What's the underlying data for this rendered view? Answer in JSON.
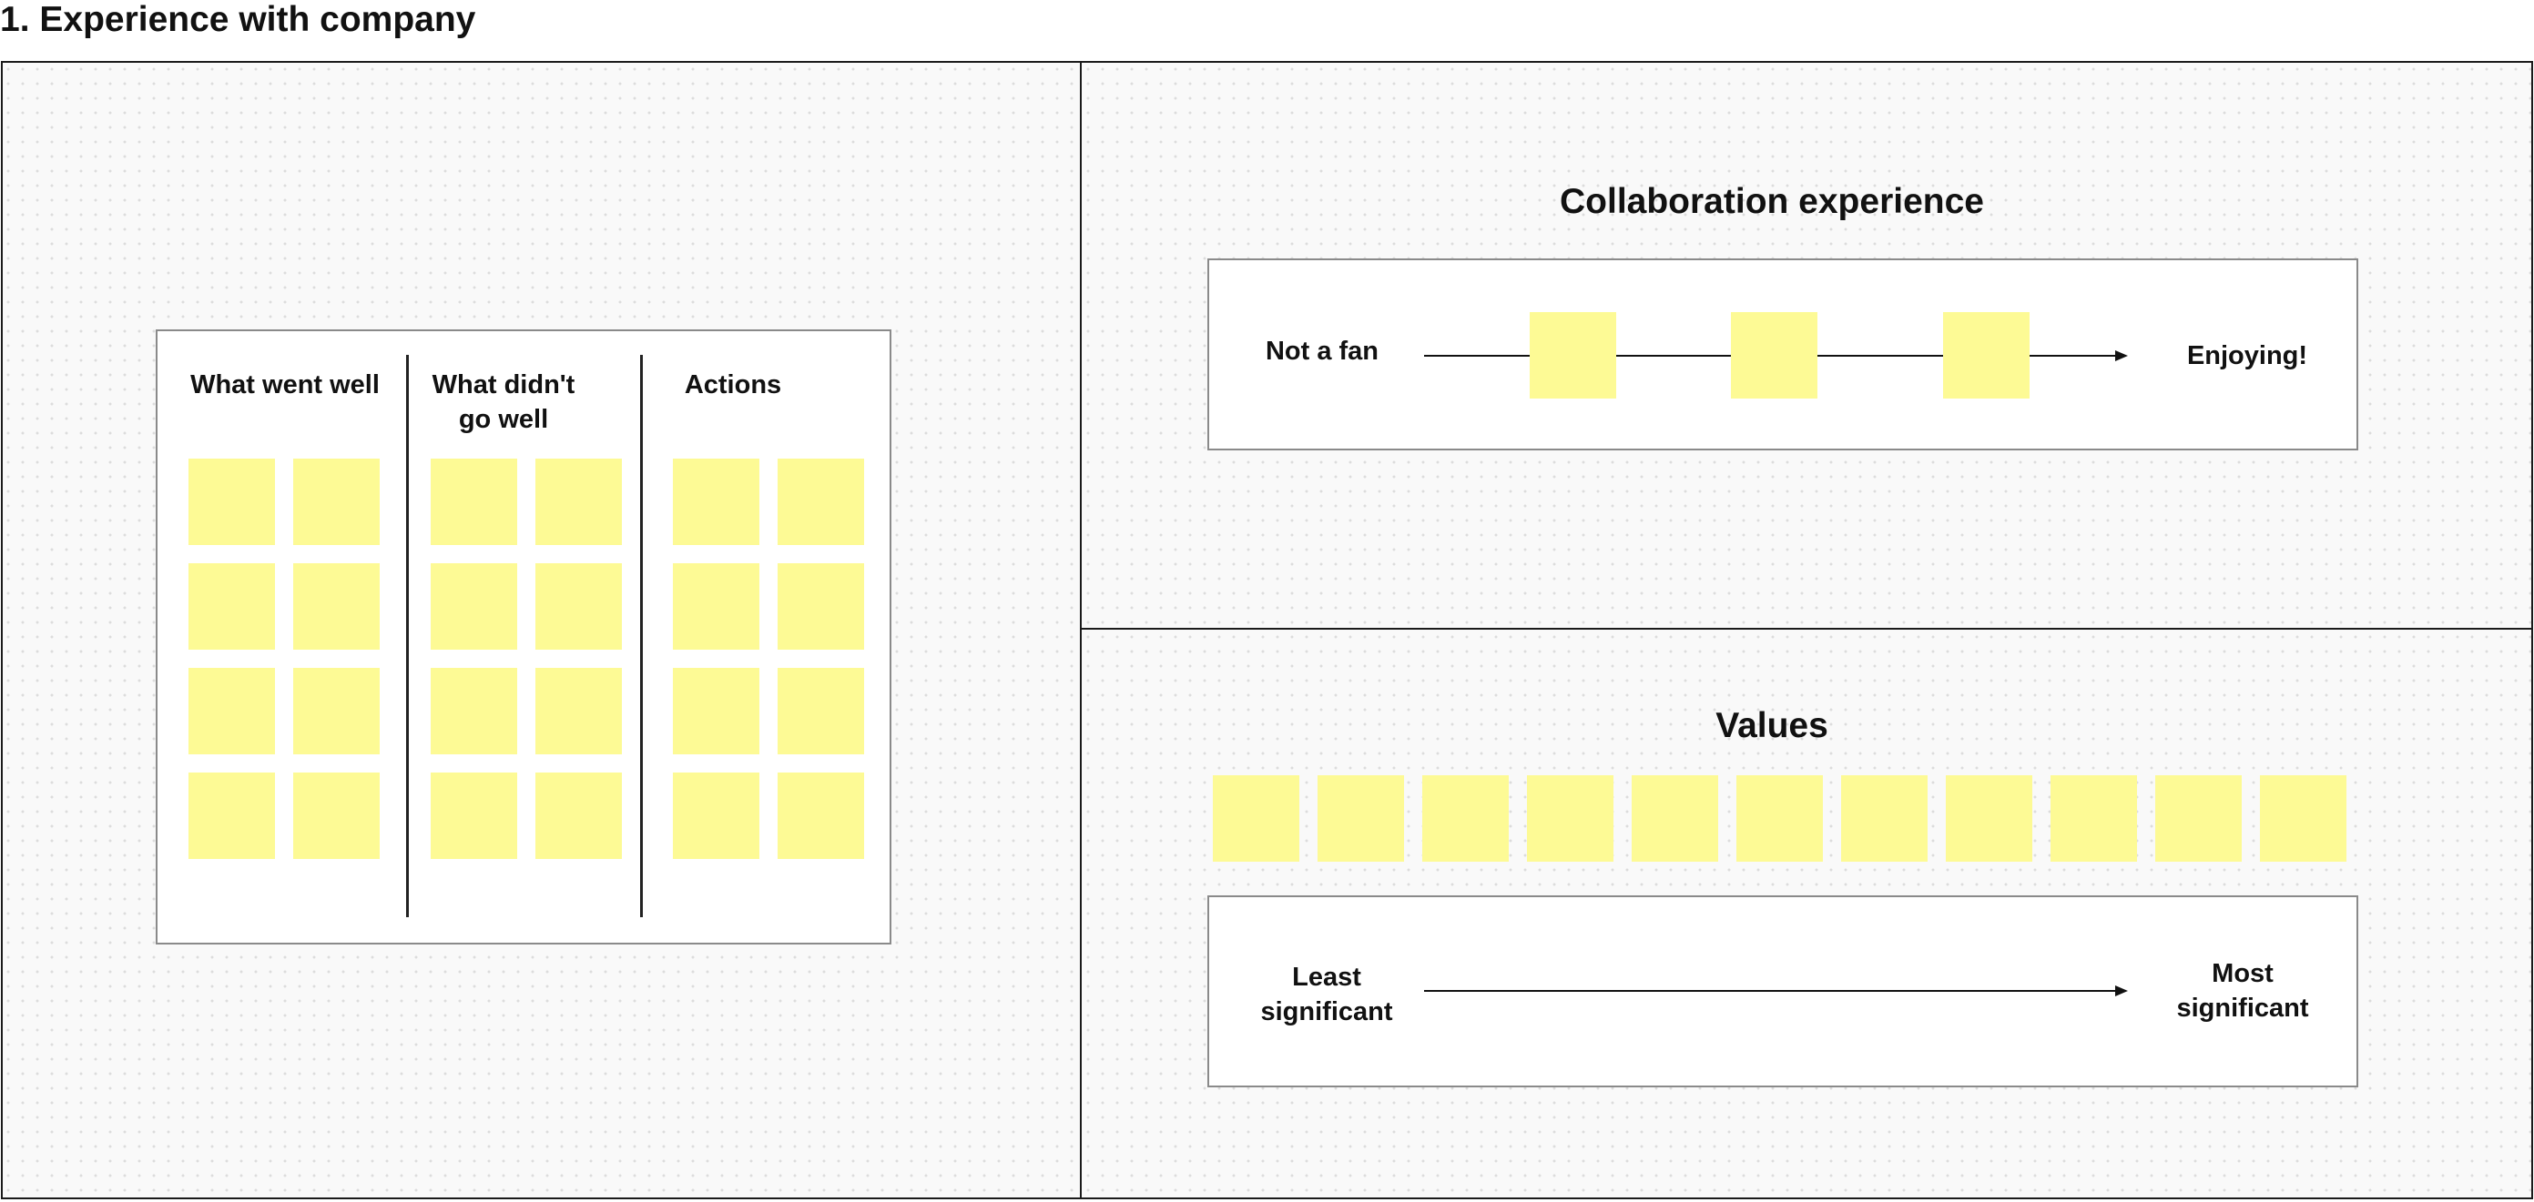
{
  "frame": {
    "title": "1. Experience with company"
  },
  "retro": {
    "columns": [
      {
        "title": "What went well",
        "sticky_count": 8
      },
      {
        "title": "What didn't go well",
        "sticky_count": 8
      },
      {
        "title": "Actions",
        "sticky_count": 8
      }
    ]
  },
  "collaboration": {
    "title": "Collaboration experience",
    "left_label": "Not a fan",
    "right_label": "Enjoying!",
    "sticky_count": 3
  },
  "values": {
    "title": "Values",
    "sticky_count": 11,
    "left_label": "Least significant",
    "right_label": "Most significant"
  },
  "colors": {
    "sticky": "#fdfa95",
    "border": "#1a1a1a",
    "canvas": "#f9f9f9"
  }
}
